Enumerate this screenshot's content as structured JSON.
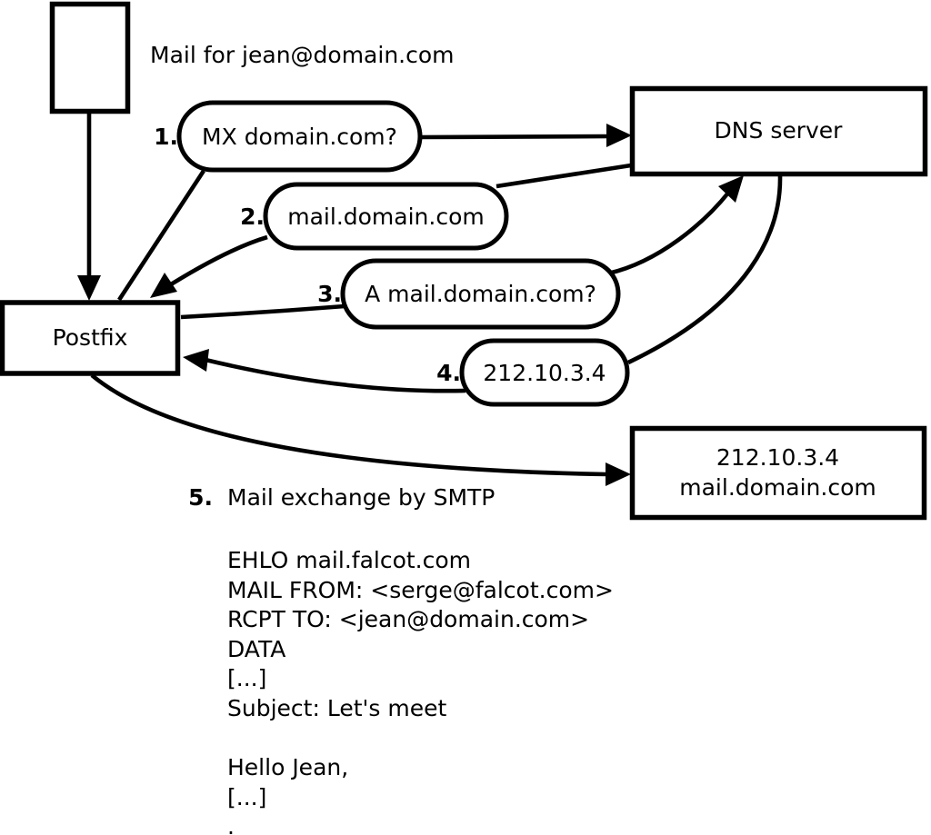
{
  "colors": {
    "stroke": "#000000",
    "background": "#ffffff",
    "text": "#000000"
  },
  "title": "Mail for jean@domain.com",
  "nodes": {
    "postfix": "Postfix",
    "dns_server": "DNS server",
    "mail_server_line1": "212.10.3.4",
    "mail_server_line2": "mail.domain.com"
  },
  "steps": [
    {
      "number": "1.",
      "label": "MX domain.com?"
    },
    {
      "number": "2.",
      "label": "mail.domain.com"
    },
    {
      "number": "3.",
      "label": "A mail.domain.com?"
    },
    {
      "number": "4.",
      "label": "212.10.3.4"
    },
    {
      "number": "5.",
      "label": "Mail exchange by SMTP"
    }
  ],
  "smtp_transcript": {
    "lines": [
      "EHLO mail.falcot.com",
      "MAIL FROM: <serge@falcot.com>",
      "RCPT TO: <jean@domain.com>",
      "DATA",
      "[...]",
      "Subject: Let's meet",
      "",
      "Hello Jean,",
      "[...]",
      "."
    ]
  }
}
